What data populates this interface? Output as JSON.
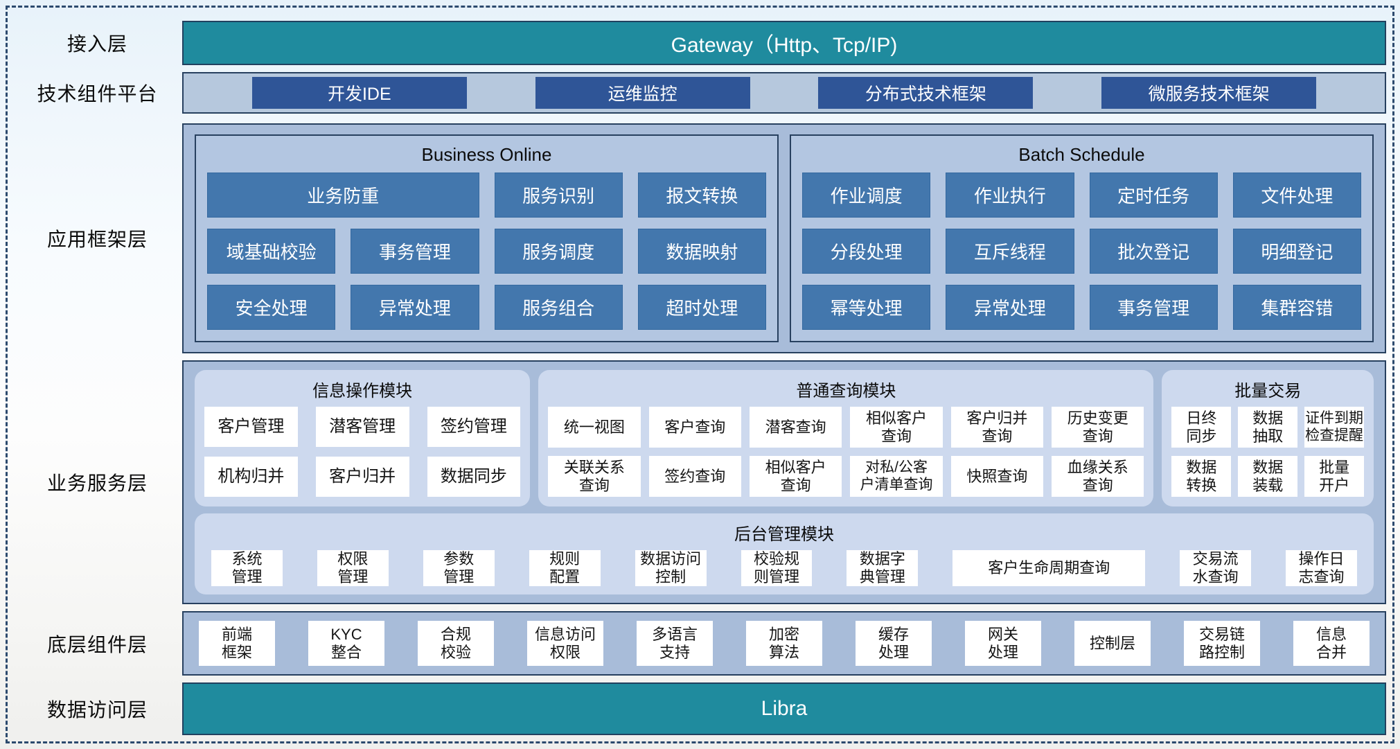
{
  "layers": {
    "access": "接入层",
    "tech": "技术组件平台",
    "appframe": "应用框架层",
    "bizservice": "业务服务层",
    "basecomp": "底层组件层",
    "dataaccess": "数据访问层"
  },
  "colors": {
    "teal": "#1f8b9e",
    "navy_border": "#27405f",
    "dark_blue_block": "#2f5597",
    "steel_blue_block": "#4377ad",
    "outer_panel": "#a8bcd9",
    "inner_panel": "#b3c6e1",
    "rounded_panel": "#cdd9ee"
  },
  "gateway_bar": "Gateway（Http、Tcp/IP)",
  "libra_bar": "Libra",
  "tech_items": [
    "开发IDE",
    "运维监控",
    "分布式技术框架",
    "微服务技术框架"
  ],
  "business_online": {
    "title": "Business Online",
    "blocks": [
      "业务防重",
      "服务识别",
      "报文转换",
      "域基础校验",
      "事务管理",
      "服务调度",
      "数据映射",
      "安全处理",
      "异常处理",
      "服务组合",
      "超时处理"
    ]
  },
  "batch_schedule": {
    "title": "Batch Schedule",
    "blocks": [
      "作业调度",
      "作业执行",
      "定时任务",
      "文件处理",
      "分段处理",
      "互斥线程",
      "批次登记",
      "明细登记",
      "幂等处理",
      "异常处理",
      "事务管理",
      "集群容错"
    ]
  },
  "info_module": {
    "title": "信息操作模块",
    "blocks": [
      "客户管理",
      "潜客管理",
      "签约管理",
      "机构归并",
      "客户归并",
      "数据同步"
    ]
  },
  "query_module": {
    "title": "普通查询模块",
    "blocks": [
      "统一视图",
      "客户查询",
      "潜客查询",
      "相似客户\n查询",
      "客户归并\n查询",
      "历史变更\n查询",
      "关联关系\n查询",
      "签约查询",
      "相似客户\n查询",
      "对私/公客\n户清单查询",
      "快照查询",
      "血缘关系\n查询"
    ]
  },
  "batch_trade": {
    "title": "批量交易",
    "blocks": [
      "日终\n同步",
      "数据\n抽取",
      "证件到期\n检查提醒",
      "数据\n转换",
      "数据\n装载",
      "批量\n开户"
    ]
  },
  "admin_module": {
    "title": "后台管理模块",
    "blocks": [
      "系统\n管理",
      "权限\n管理",
      "参数\n管理",
      "规则\n配置",
      "数据访问\n控制",
      "校验规\n则管理",
      "数据字\n典管理",
      "客户生命周期查询",
      "交易流\n水查询",
      "操作日\n志查询"
    ]
  },
  "base_components": [
    "前端\n框架",
    "KYC\n整合",
    "合规\n校验",
    "信息访问\n权限",
    "多语言\n支持",
    "加密\n算法",
    "缓存\n处理",
    "网关\n处理",
    "控制层",
    "交易链\n路控制",
    "信息\n合并"
  ]
}
